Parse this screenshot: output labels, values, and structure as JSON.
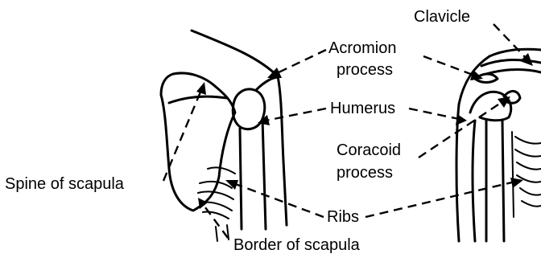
{
  "labels": {
    "clavicle": "Clavicle",
    "acromion_line1": "Acromion",
    "acromion_line2": "process",
    "humerus": "Humerus",
    "coracoid_line1": "Coracoid",
    "coracoid_line2": "process",
    "spine_of_scapula": "Spine of scapula",
    "ribs": "Ribs",
    "border_of_scapula": "Border of scapula"
  }
}
